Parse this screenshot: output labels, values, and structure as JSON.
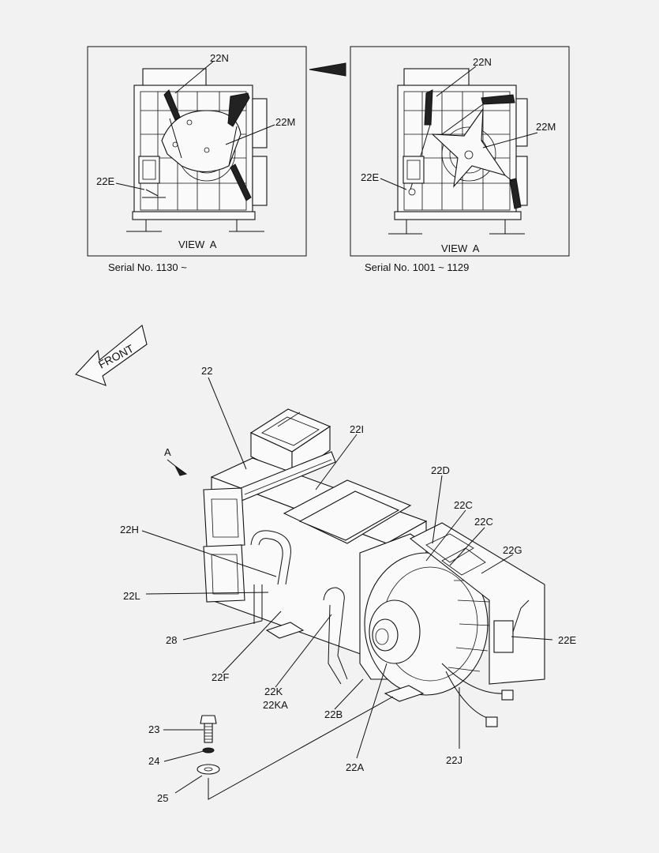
{
  "views": [
    {
      "view_label": "VIEW  A",
      "serial": "Serial No. 1130 ~",
      "callouts": {
        "n": "22N",
        "m": "22M",
        "e": "22E"
      }
    },
    {
      "view_label": "VIEW  A",
      "serial": "Serial No. 1001 ~ 1129",
      "callouts": {
        "n": "22N",
        "m": "22M",
        "e": "22E"
      }
    }
  ],
  "front_label": "FRONT",
  "view_arrow_label": "A",
  "parts": {
    "p22": "22",
    "p22I": "22I",
    "p22D": "22D",
    "p22C_1": "22C",
    "p22C_2": "22C",
    "p22G": "22G",
    "p22H": "22H",
    "p22L": "22L",
    "p28": "28",
    "p22E": "22E",
    "p22F": "22F",
    "p22K": "22K",
    "p22KA": "22KA",
    "p22B": "22B",
    "p22A": "22A",
    "p22J": "22J",
    "p23": "23",
    "p24": "24",
    "p25": "25"
  }
}
